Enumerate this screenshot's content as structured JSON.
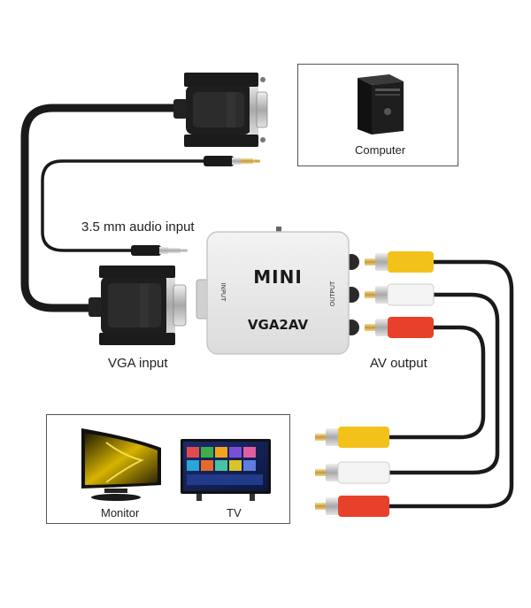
{
  "device": {
    "brand": "MINI",
    "model": "VGA2AV",
    "input_port_text": "INPUT",
    "output_port_text": "OUTPUT"
  },
  "labels": {
    "audio_input": "3.5 mm audio input",
    "vga_input": "VGA input",
    "av_output": "AV output",
    "computer": "Computer",
    "monitor": "Monitor",
    "tv": "TV"
  },
  "colors": {
    "cable": "#1a1a1a",
    "rca_yellow": "#f2c21b",
    "rca_white": "#f4f4f4",
    "rca_red": "#e8412b",
    "device_body": "#e9e9e9",
    "frame": "#555555"
  },
  "icons": {
    "computer": "desktop-tower-icon",
    "monitor": "monitor-icon",
    "tv": "tv-icon"
  }
}
